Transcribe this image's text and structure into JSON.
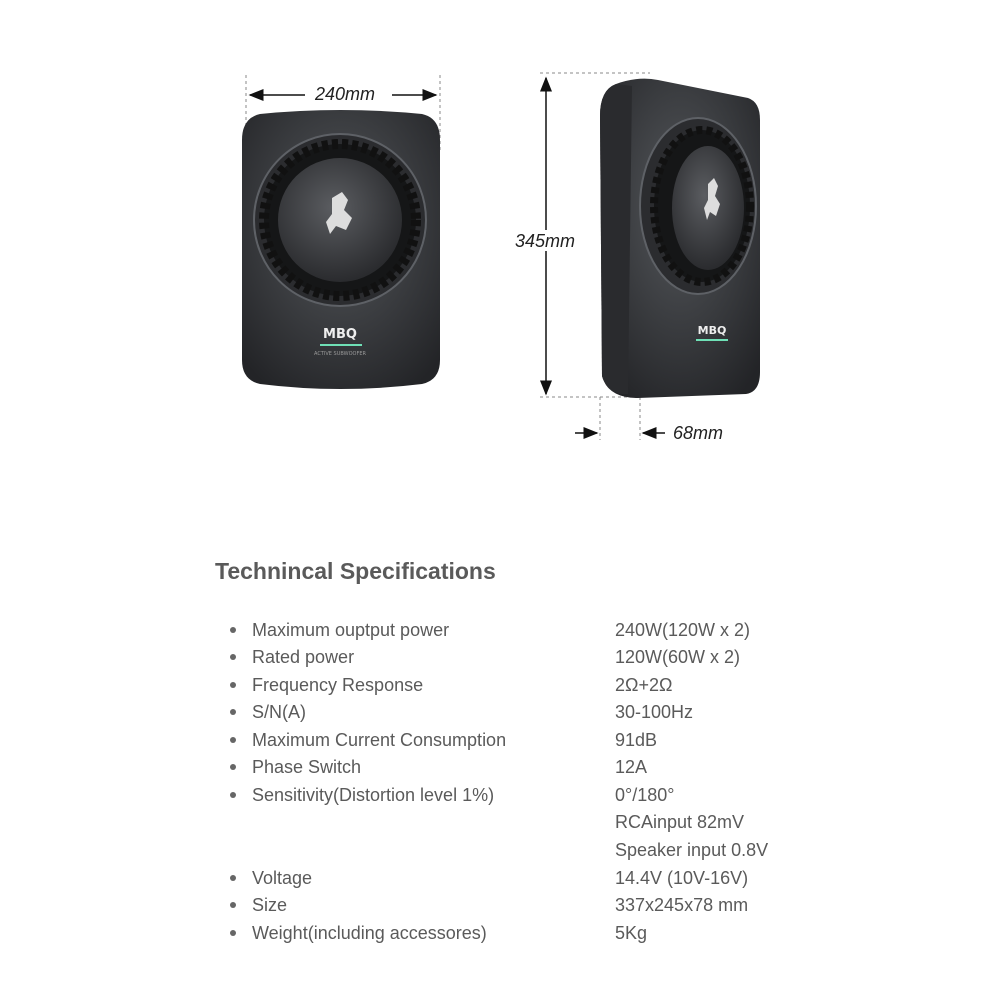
{
  "dimensions": {
    "width": "240mm",
    "height": "345mm",
    "depth": "68mm"
  },
  "product": {
    "brand": "MBQ",
    "subtitle": "ACTIVE SUBWOOFER"
  },
  "specs": {
    "title": "Technincal Specifications",
    "rows": [
      {
        "label": "Maximum ouptput power",
        "value": "240W(120W x 2)"
      },
      {
        "label": "Rated power",
        "value": "120W(60W x 2)"
      },
      {
        "label": "Frequency Response",
        "value": "2Ω+2Ω"
      },
      {
        "label": "S/N(A)",
        "value": "30-100Hz"
      },
      {
        "label": "Maximum Current Consumption",
        "value": "91dB"
      },
      {
        "label": "Phase Switch",
        "value": "12A"
      },
      {
        "label": "Sensitivity(Distortion level 1%)",
        "value": "0°/180°"
      },
      {
        "label": "",
        "value": "RCAinput 82mV"
      },
      {
        "label": "",
        "value": "Speaker input 0.8V"
      },
      {
        "label": "Voltage",
        "value": "14.4V (10V-16V)"
      },
      {
        "label": "Size",
        "value": "337x245x78 mm"
      },
      {
        "label": "Weight(including accessores)",
        "value": "5Kg"
      }
    ]
  }
}
